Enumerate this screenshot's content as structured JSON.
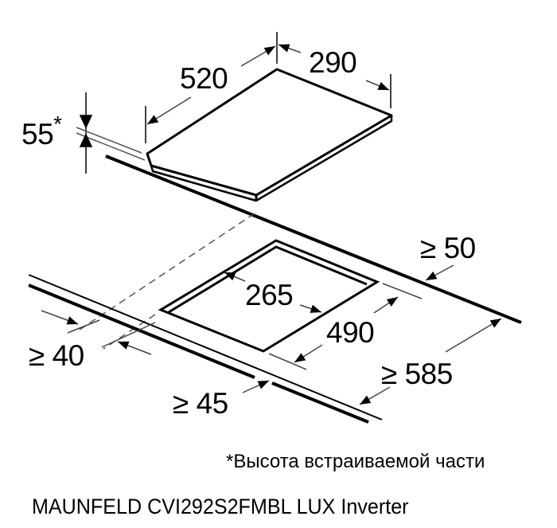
{
  "diagram": {
    "type": "installation-dimensions",
    "units": "mm",
    "hob": {
      "depth_label": "520",
      "width_label": "290",
      "height_label": "55",
      "height_mark": "*"
    },
    "cutout": {
      "width_label": "265",
      "depth_label": "490"
    },
    "clearances": {
      "rear_label": "≥ 50",
      "front_label": "≥ 45",
      "side_label": "≥ 40",
      "countertop_depth_label": "≥ 585"
    },
    "footnote": "*Высота встраиваемой части",
    "model_caption": "MAUNFELD CVI292S2FMBL LUX Inverter"
  }
}
